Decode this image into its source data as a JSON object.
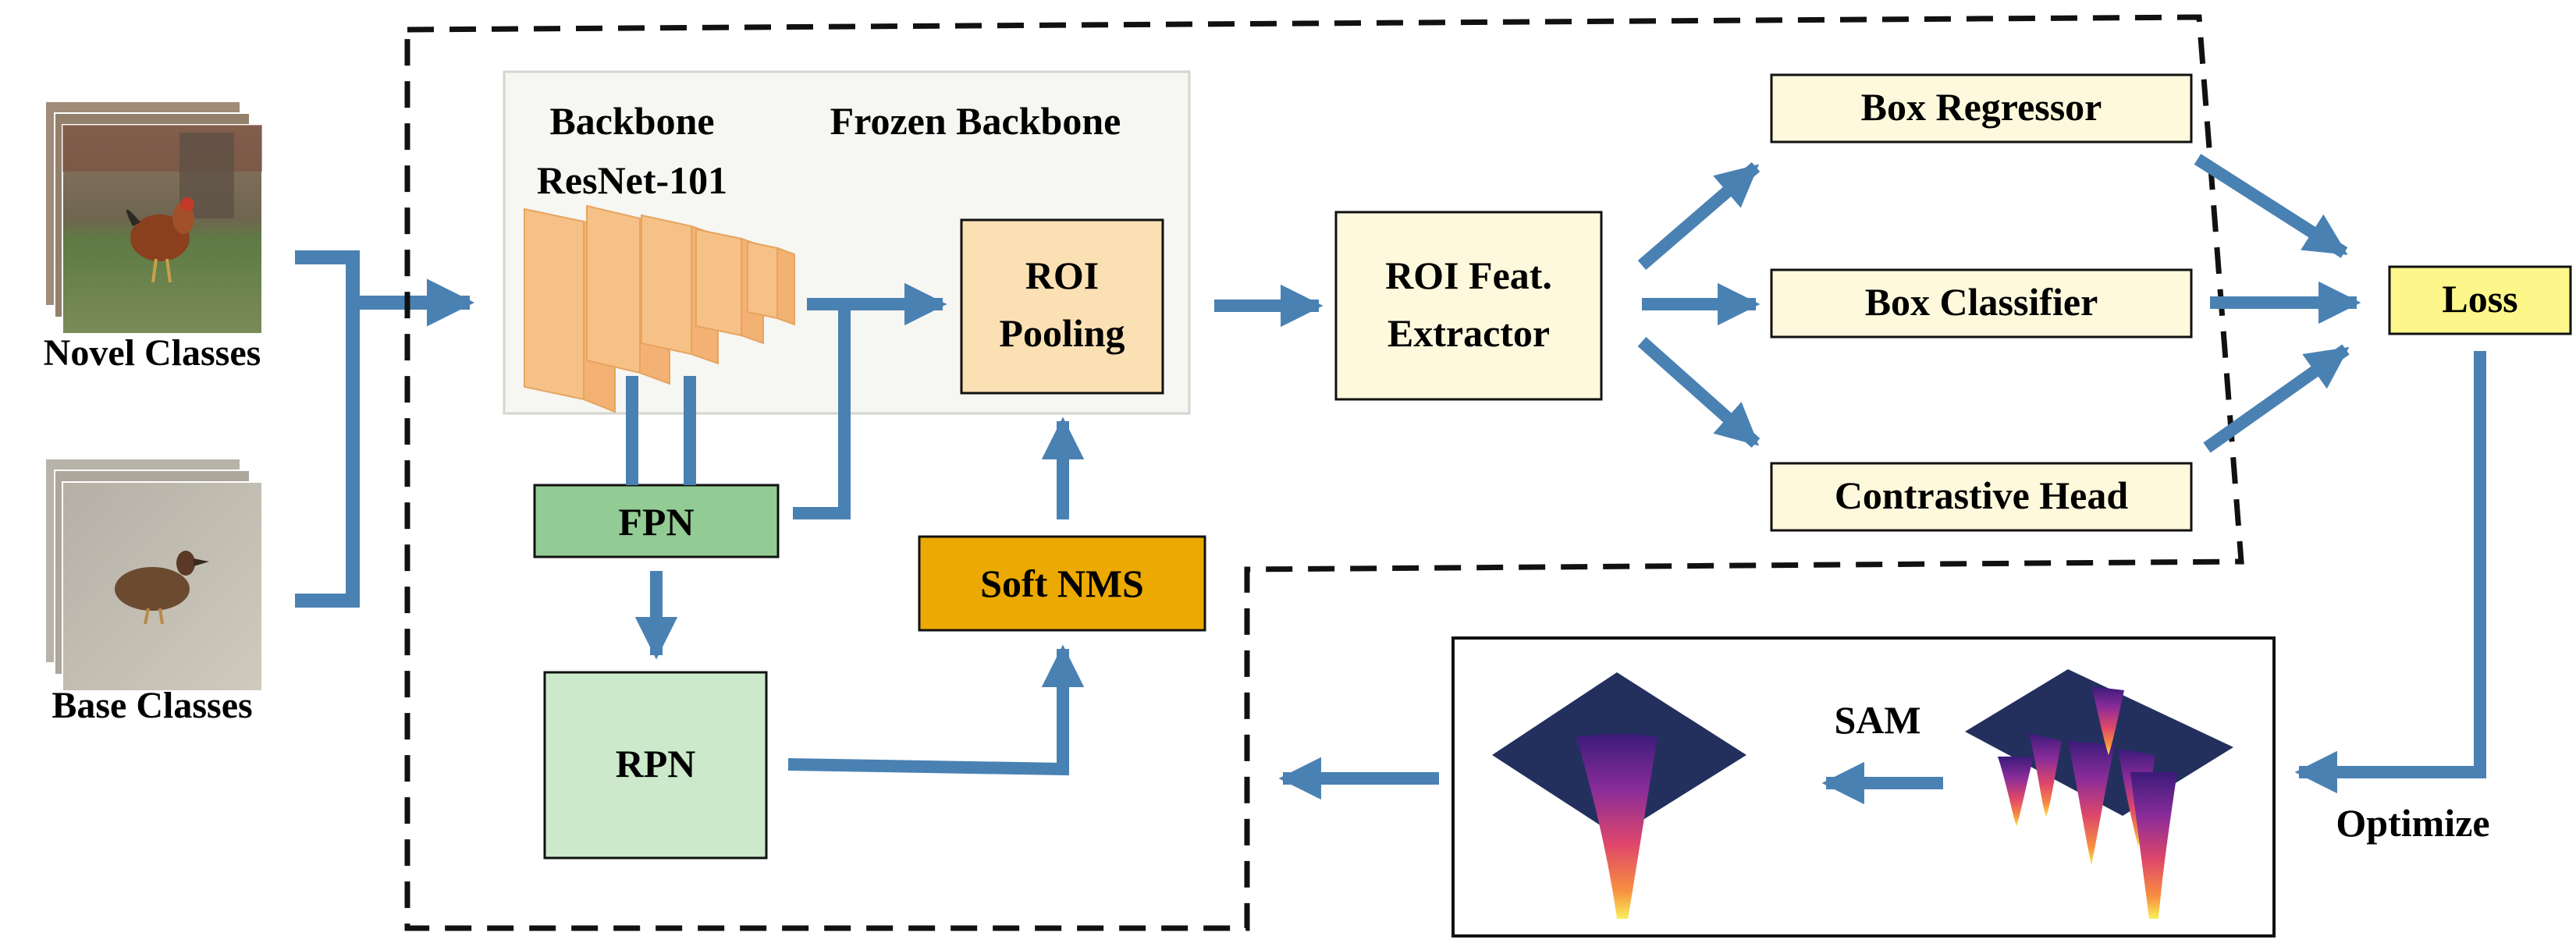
{
  "inputs": {
    "novel_label": "Novel Classes",
    "base_label": "Base Classes"
  },
  "backbone": {
    "label_line1": "Backbone",
    "label_line2": "ResNet-101",
    "frozen_label": "Frozen Backbone"
  },
  "nodes": {
    "roi_pooling": {
      "line1": "ROI",
      "line2": "Pooling"
    },
    "fpn": "FPN",
    "rpn": "RPN",
    "soft_nms": "Soft NMS",
    "roi_feat": {
      "line1": "ROI Feat.",
      "line2": "Extractor"
    },
    "box_regressor": "Box Regressor",
    "box_classifier": "Box Classifier",
    "contrastive_head": "Contrastive Head",
    "loss": "Loss"
  },
  "optimize": {
    "sam_label": "SAM",
    "optimize_label": "Optimize"
  },
  "colors": {
    "arrow": "#4a81b3",
    "backbone_panel": "#f6f6f3",
    "backbone_block": "#f6c187",
    "roi_pooling": "#fbe0b4",
    "fpn": "#92cc94",
    "rpn": "#cde9cb",
    "soft_nms": "#eba901",
    "head_box": "#fef9dc",
    "loss": "#fdf68a"
  }
}
